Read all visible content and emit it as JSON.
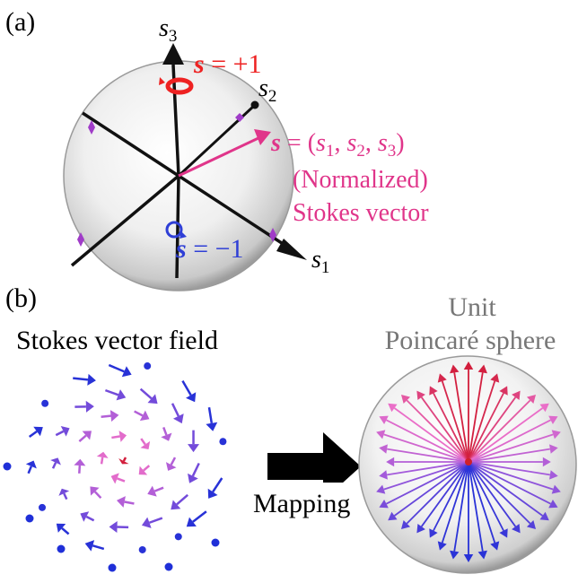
{
  "panel_a": {
    "label": "(a)",
    "axes": {
      "s1": {
        "base": "s",
        "sub": "1"
      },
      "s2": {
        "base": "s",
        "sub": "2"
      },
      "s3": {
        "base": "s",
        "sub": "3"
      }
    },
    "pole_north": {
      "prefix": "s",
      "rest": " = +1"
    },
    "pole_south": {
      "prefix": "s",
      "rest": " = −1"
    },
    "stokes_formula": {
      "bold": "s",
      "eq": " = (",
      "t1": "s",
      "sub1": "1",
      "c1": ", ",
      "t2": "s",
      "sub2": "2",
      "c2": ", ",
      "t3": "s",
      "sub3": "3",
      "close": ")"
    },
    "normalized_label": "(Normalized)",
    "stokes_vector_label": "Stokes vector",
    "colors": {
      "pole_north": "#ee2222",
      "pole_south": "#2f3fd6",
      "stokes": "#e0358a",
      "axis": "#111111",
      "marker": "#a03cc8"
    }
  },
  "panel_b": {
    "label": "(b)",
    "field_title": "Stokes vector field",
    "sphere_title_line1": "Unit",
    "sphere_title_line2": "Poincaré sphere",
    "mapping_label": "Mapping",
    "colors": {
      "title_gray": "#777777",
      "arrow": "#000000",
      "blue": "#1f2fd8",
      "red": "#d0202a",
      "pink": "#f070c8"
    }
  }
}
